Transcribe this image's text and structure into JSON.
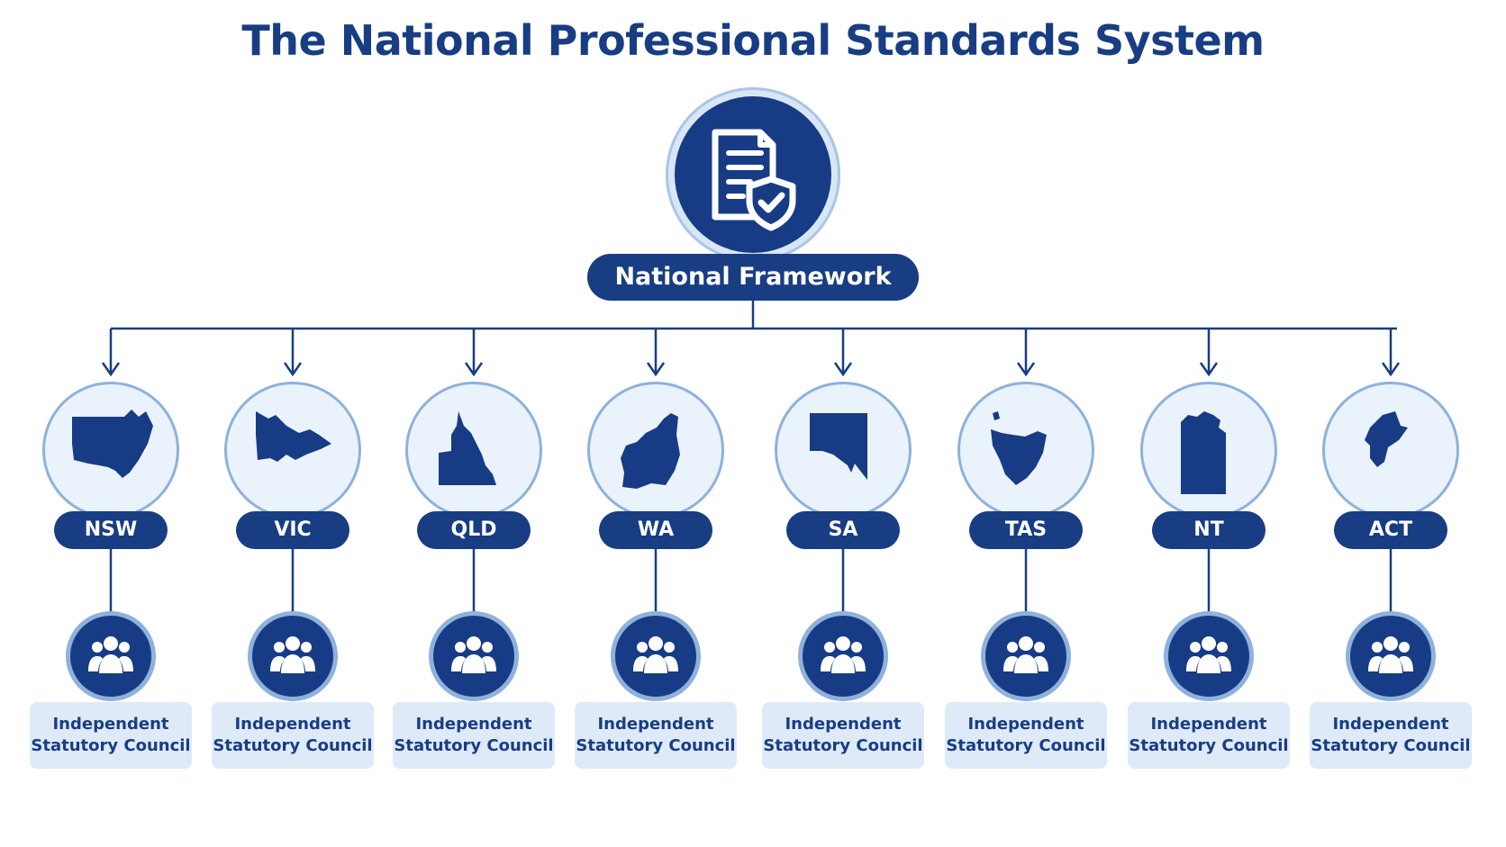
{
  "title": "The National Professional Standards System",
  "root": {
    "label": "National Framework",
    "icon": "document-shield-check-icon"
  },
  "colors": {
    "primary": "#183d83",
    "ring": "#8fb1dc",
    "circle_fill": "#eaf2fb",
    "council_box": "#deeaf8"
  },
  "states": [
    {
      "id": "nsw",
      "label": "NSW",
      "council_line1": "Independent",
      "council_line2": "Statutory Council"
    },
    {
      "id": "vic",
      "label": "VIC",
      "council_line1": "Independent",
      "council_line2": "Statutory Council"
    },
    {
      "id": "qld",
      "label": "QLD",
      "council_line1": "Independent",
      "council_line2": "Statutory Council"
    },
    {
      "id": "wa",
      "label": "WA",
      "council_line1": "Independent",
      "council_line2": "Statutory Council"
    },
    {
      "id": "sa",
      "label": "SA",
      "council_line1": "Independent",
      "council_line2": "Statutory Council"
    },
    {
      "id": "tas",
      "label": "TAS",
      "council_line1": "Independent",
      "council_line2": "Statutory Council"
    },
    {
      "id": "nt",
      "label": "NT",
      "council_line1": "Independent",
      "council_line2": "Statutory Council"
    },
    {
      "id": "act",
      "label": "ACT",
      "council_line1": "Independent",
      "council_line2": "Statutory Council"
    }
  ],
  "council_icon": "group-people-icon"
}
